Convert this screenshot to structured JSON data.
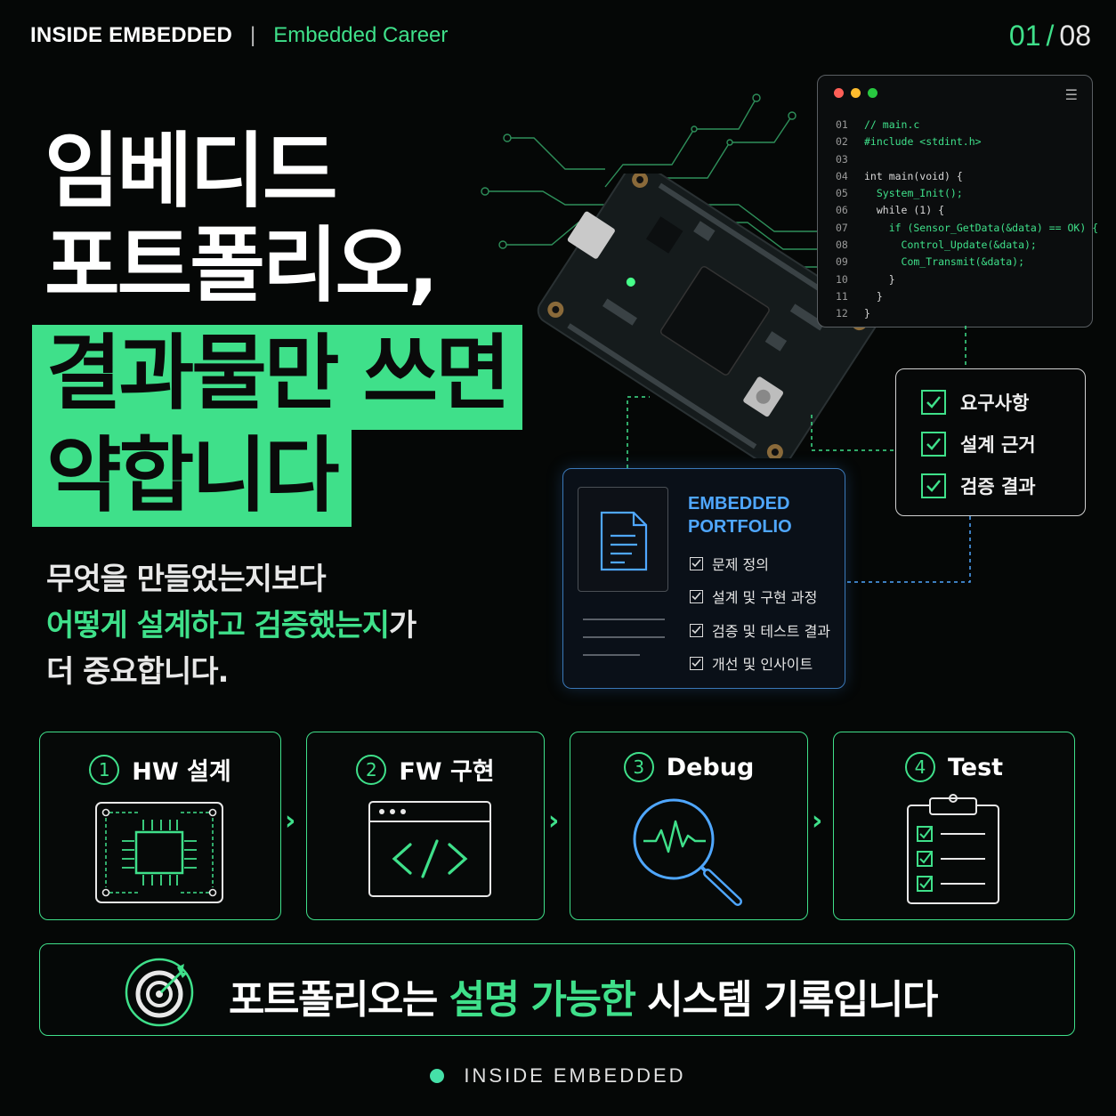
{
  "header": {
    "brand": "INSIDE EMBEDDED",
    "separator": "|",
    "category": "Embedded Career"
  },
  "pager": {
    "current": "01",
    "slash": "/",
    "total": "08"
  },
  "title": {
    "line1": "임베디드",
    "line2": "포트폴리오,",
    "highlight1": "결과물만 쓰면",
    "highlight2": "약합니다"
  },
  "subtitle": {
    "line1": "무엇을 만들었는지보다",
    "line2_green": "어떻게 설계하고 검증했는지",
    "line2_rest": "가",
    "line3": "더 중요합니다."
  },
  "code": {
    "lines": [
      {
        "n": "01",
        "t": "// main.c"
      },
      {
        "n": "02",
        "t": "#include <stdint.h>"
      },
      {
        "n": "03",
        "t": ""
      },
      {
        "n": "04",
        "t": "int main(void) {"
      },
      {
        "n": "05",
        "t": "  System_Init();"
      },
      {
        "n": "06",
        "t": "  while (1) {"
      },
      {
        "n": "07",
        "t": "    if (Sensor_GetData(&data) == OK) {"
      },
      {
        "n": "08",
        "t": "      Control_Update(&data);"
      },
      {
        "n": "09",
        "t": "      Com_Transmit(&data);"
      },
      {
        "n": "10",
        "t": "    }"
      },
      {
        "n": "11",
        "t": "  }"
      },
      {
        "n": "12",
        "t": "}"
      }
    ]
  },
  "checklist": [
    "요구사항",
    "설계 근거",
    "검증 결과"
  ],
  "portfolio": {
    "title_line1": "EMBEDDED",
    "title_line2": "PORTFOLIO",
    "items": [
      "문제 정의",
      "설계 및 구현 과정",
      "검증 및 테스트 결과",
      "개선 및 인사이트"
    ]
  },
  "steps": [
    {
      "num": "1",
      "label": "HW 설계",
      "icon": "chip-icon"
    },
    {
      "num": "2",
      "label": "FW 구현",
      "icon": "code-window-icon"
    },
    {
      "num": "3",
      "label": "Debug",
      "icon": "magnifier-waveform-icon"
    },
    {
      "num": "4",
      "label": "Test",
      "icon": "clipboard-checklist-icon"
    }
  ],
  "banner": {
    "part1": "포트폴리오는 ",
    "part2_green": "설명 가능한",
    "part3": " 시스템 기록입니다"
  },
  "footer": "INSIDE EMBEDDED",
  "colors": {
    "accent": "#3fe08a",
    "portfolio_blue": "#4fa7ff",
    "background": "#050706"
  }
}
